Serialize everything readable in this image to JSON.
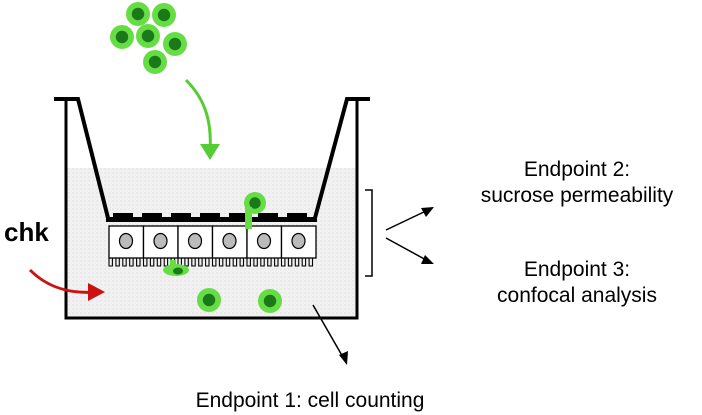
{
  "labels": {
    "chk": "chk",
    "endpoint2_title": "Endpoint 2:",
    "endpoint2_desc": "sucrose permeability",
    "endpoint3_title": "Endpoint 3:",
    "endpoint3_desc": "confocal analysis",
    "endpoint1": "Endpoint 1: cell counting"
  },
  "colors": {
    "cell_outer": "#66dd44",
    "cell_nucleus": "#1a7a1a",
    "arrow_green": "#55cc33",
    "arrow_red": "#cc1111",
    "medium": "#eeeeee",
    "outline": "#000000"
  }
}
